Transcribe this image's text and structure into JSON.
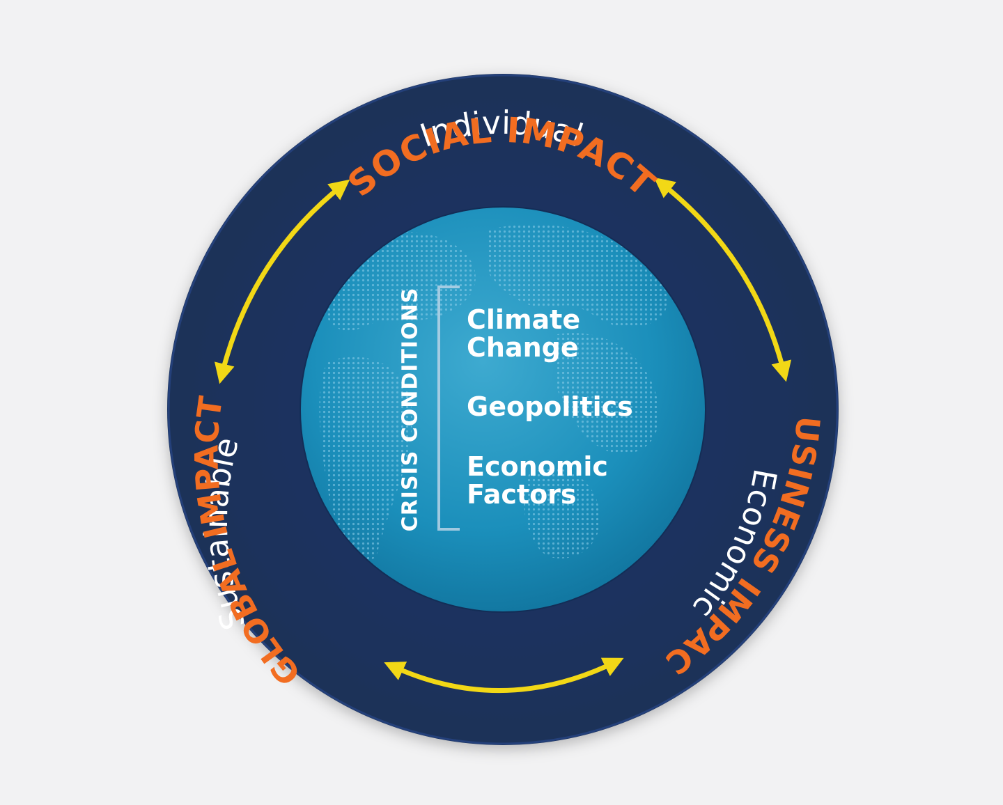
{
  "outer_labels": {
    "top_sub": "Individual",
    "top_main": "SOCIAL IMPACT",
    "left_sub": "Sustainable",
    "left_main": "GLOBAL IMPACT",
    "right_sub": "Economic",
    "right_main": "BUSINESS IMPACT"
  },
  "center": {
    "heading": "CRISIS CONDITIONS",
    "items": [
      {
        "line1": "Climate",
        "line2": "Change"
      },
      {
        "line1": "Geopolitics",
        "line2": ""
      },
      {
        "line1": "Economic",
        "line2": "Factors"
      }
    ]
  },
  "colors": {
    "ring": "#1b3360",
    "ring_edge": "#24407a",
    "globe": "#1b86b3",
    "globe_light": "#3eaad0",
    "accent": "#f26d21",
    "arrow": "#f2d816",
    "text": "#ffffff",
    "background": "#f2f2f3"
  },
  "icons": [
    "double-arrow-icon",
    "globe-icon",
    "bracket-icon"
  ]
}
